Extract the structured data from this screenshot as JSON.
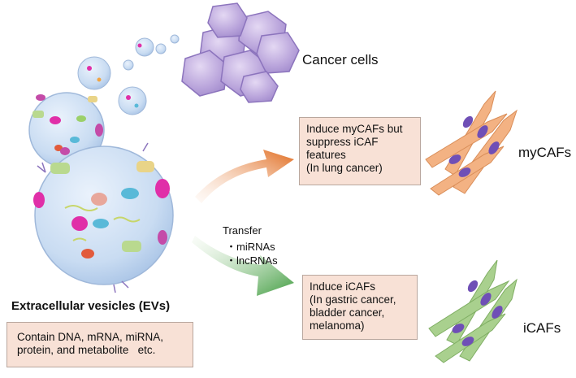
{
  "labels": {
    "cancer_cells": "Cancer cells",
    "mycafs": "myCAFs",
    "icafs": "iCAFs",
    "evs_title": "Extracellular vesicles (EVs)"
  },
  "evs_contents": {
    "line1": "Contain DNA, mRNA, miRNA,",
    "line2": "protein, and metabolite   etc."
  },
  "mycaf_box": {
    "lines": [
      "Induce myCAFs but",
      "suppress iCAF",
      "features",
      "(In lung cancer)"
    ]
  },
  "icaf_box": {
    "lines": [
      "Induce iCAFs",
      "(In gastric cancer,",
      "bladder cancer,",
      "melanoma)"
    ]
  },
  "transfer": {
    "title": "Transfer",
    "items": [
      "・miRNAs",
      "・lncRNAs"
    ]
  },
  "colors": {
    "cancer_cell": "#b7a2d8",
    "mycaf_cell": "#f3b283",
    "icaf_cell": "#a9d08e",
    "nucleus": "#6f4fb6",
    "arrow_orange": "#e06a1c",
    "arrow_green": "#3f9b3f",
    "box_fill": "#f8e1d6",
    "ev_fill": "#c9dcf2"
  }
}
